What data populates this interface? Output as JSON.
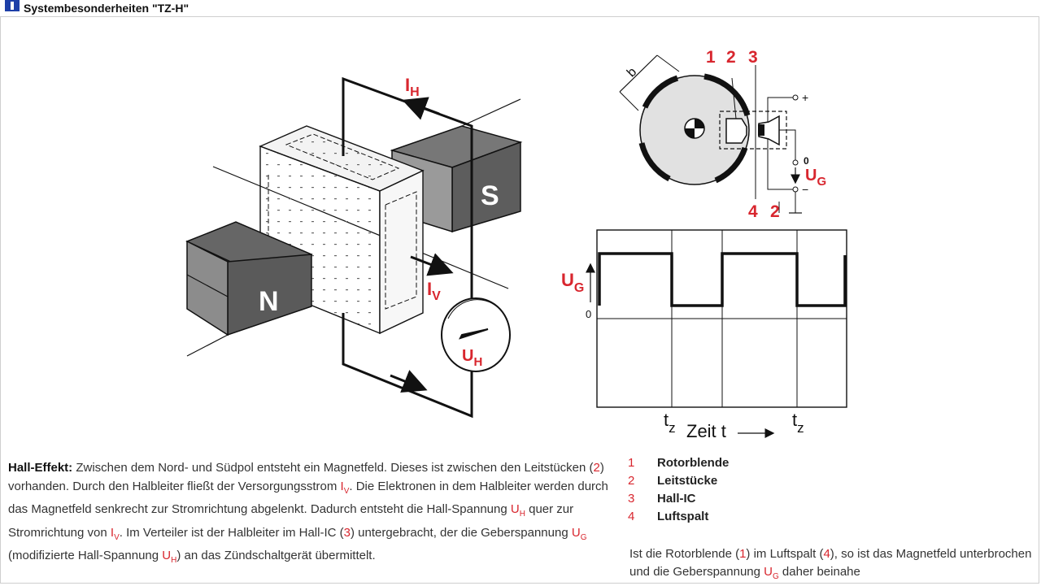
{
  "window": {
    "title": "Systembesonderheiten \"TZ-H\""
  },
  "colors": {
    "accent_red": "#d8262e",
    "text": "#111111",
    "magnet_dark": "#555555"
  },
  "hall_diagram": {
    "magnet_n": "N",
    "magnet_s": "S",
    "current_ih": {
      "sym": "I",
      "sub": "H"
    },
    "current_iv": {
      "sym": "I",
      "sub": "V"
    },
    "voltage_uh": {
      "sym": "U",
      "sub": "H"
    }
  },
  "rotor_diagram": {
    "dim_b": "b",
    "callouts_top": [
      "1",
      "2",
      "3"
    ],
    "callouts_bottom": [
      "4",
      "2"
    ],
    "plus": "+",
    "minus": "−",
    "zero": "0",
    "ug": {
      "sym": "U",
      "sub": "G"
    }
  },
  "signal_plot": {
    "ylabel": {
      "sym": "U",
      "sub": "G"
    },
    "zero": "0",
    "tz_left": {
      "sym": "t",
      "sub": "z"
    },
    "tz_right": {
      "sym": "t",
      "sub": "z"
    },
    "xlabel": "Zeit t"
  },
  "description": {
    "heading": "Hall-Effekt:",
    "t1": " Zwischen dem Nord- und Südpol entsteht ein Magnetfeld. Dieses ist zwischen den Leitstücken (",
    "r1": "2",
    "t2": ") vorhanden. Durch den Halbleiter fließt der Versorgungsstrom ",
    "iv_sym": "I",
    "iv_sub": "V",
    "t3": ". Die Elektronen in dem Halbleiter werden durch das Magnetfeld senkrecht zur Stromrichtung abgelenkt. Dadurch entsteht die Hall-Spannung ",
    "uh_sym": "U",
    "uh_sub": "H",
    "t4": " quer zur Stromrichtung von ",
    "iv2_sym": "I",
    "iv2_sub": "V",
    "t5": ". Im Verteiler ist der Halbleiter im Hall-IC (",
    "r2": "3",
    "t6": ") untergebracht, der die Geberspannung ",
    "ug_sym": "U",
    "ug_sub": "G",
    "t7": " (modifizierte Hall-Spannung ",
    "uh2_sym": "U",
    "uh2_sub": "H",
    "t8": ") an das Zündschaltgerät übermittelt."
  },
  "legend": [
    {
      "num": "1",
      "label": "Rotorblende"
    },
    {
      "num": "2",
      "label": "Leitstücke"
    },
    {
      "num": "3",
      "label": "Hall-IC"
    },
    {
      "num": "4",
      "label": "Luftspalt"
    }
  ],
  "note": {
    "t1": "Ist die Rotorblende (",
    "r1": "1",
    "t2": ") im Luftspalt (",
    "r2": "4",
    "t3": "), so ist das Magnetfeld unterbrochen und die Geberspannung ",
    "ug_sym": "U",
    "ug_sub": "G",
    "t4": " daher beinahe"
  }
}
